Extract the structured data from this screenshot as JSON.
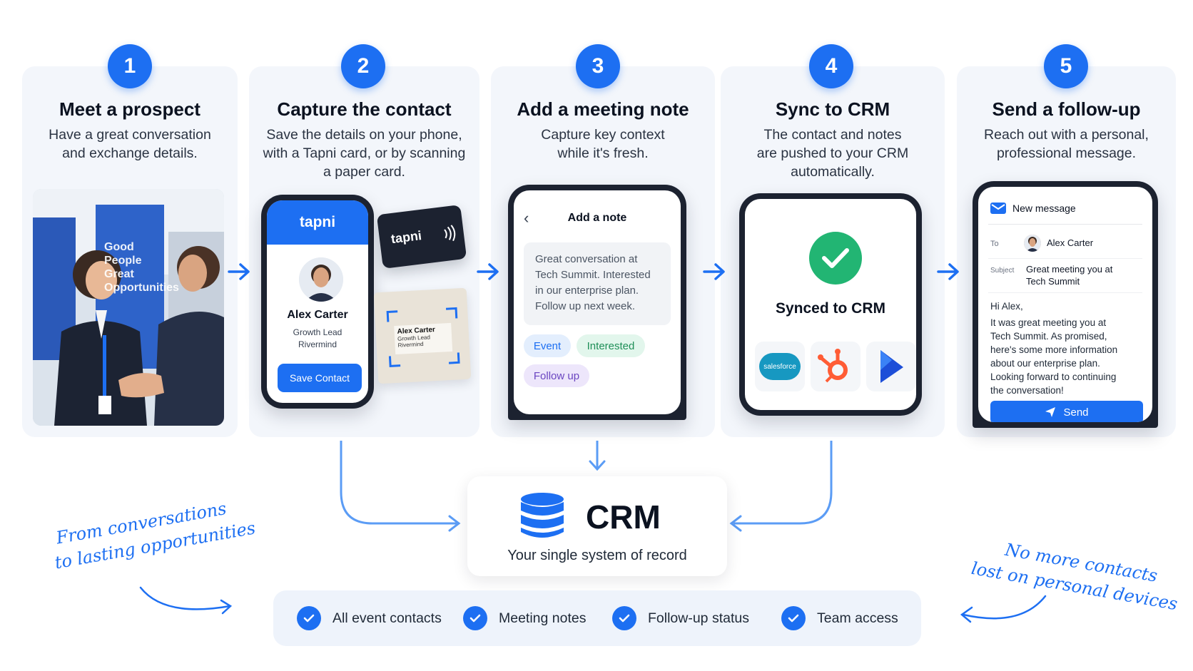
{
  "steps": [
    {
      "number": "1",
      "title": "Meet a prospect",
      "desc_lines": [
        "Have a great conversation",
        "and exchange details."
      ]
    },
    {
      "number": "2",
      "title": "Capture the contact",
      "desc_lines": [
        "Save the details on your phone,",
        "with a Tapni card, or by scanning",
        "a paper card."
      ]
    },
    {
      "number": "3",
      "title": "Add a meeting note",
      "desc_lines": [
        "Capture key context",
        "while it's fresh."
      ]
    },
    {
      "number": "4",
      "title": "Sync to CRM",
      "desc_lines": [
        "The contact and notes",
        "are pushed to your CRM",
        "automatically."
      ]
    },
    {
      "number": "5",
      "title": "Send a follow-up",
      "desc_lines": [
        "Reach out with a personal,",
        "professional message."
      ]
    }
  ],
  "photo": {
    "banner_lines": [
      "Good",
      "People",
      "Great",
      "Opportunities"
    ]
  },
  "capture": {
    "app_brand": "tapni",
    "contact_name": "Alex Carter",
    "contact_role": "Growth Lead",
    "contact_company": "Rivermind",
    "save_button": "Save Contact",
    "nfc_card_brand": "tapni",
    "paper_card_lines": [
      "Alex Carter",
      "Growth Lead",
      "Rivermind"
    ]
  },
  "note": {
    "screen_title": "Add a note",
    "note_lines": [
      "Great conversation at",
      "Tech Summit. Interested",
      "in our enterprise plan.",
      "Follow up next week."
    ],
    "tags": [
      "Event",
      "Interested",
      "Follow up"
    ]
  },
  "sync": {
    "status": "Synced to CRM",
    "logos": [
      "salesforce",
      "hubspot",
      "dynamics"
    ]
  },
  "followup": {
    "header": "New message",
    "to_label": "To",
    "to_name": "Alex Carter",
    "subject_label": "Subject",
    "subject_lines": [
      "Great meeting you at",
      "Tech Summit"
    ],
    "greeting": "Hi Alex,",
    "body_lines": [
      "It was great meeting you at",
      "Tech Summit. As promised,",
      "here's some more information",
      "about our enterprise plan.",
      "Looking forward to continuing",
      "the conversation!"
    ],
    "send_button": "Send"
  },
  "crm": {
    "title": "CRM",
    "subtitle": "Your single system of record"
  },
  "features": [
    "All event contacts",
    "Meeting notes",
    "Follow-up status",
    "Team access"
  ],
  "notes": {
    "left_lines": [
      "From conversations",
      "to lasting opportunities"
    ],
    "right_lines": [
      "No more contacts",
      "lost on personal devices"
    ]
  },
  "colors": {
    "accent": "#1d6ff2",
    "success": "#22b573",
    "panel": "#f3f6fb"
  }
}
